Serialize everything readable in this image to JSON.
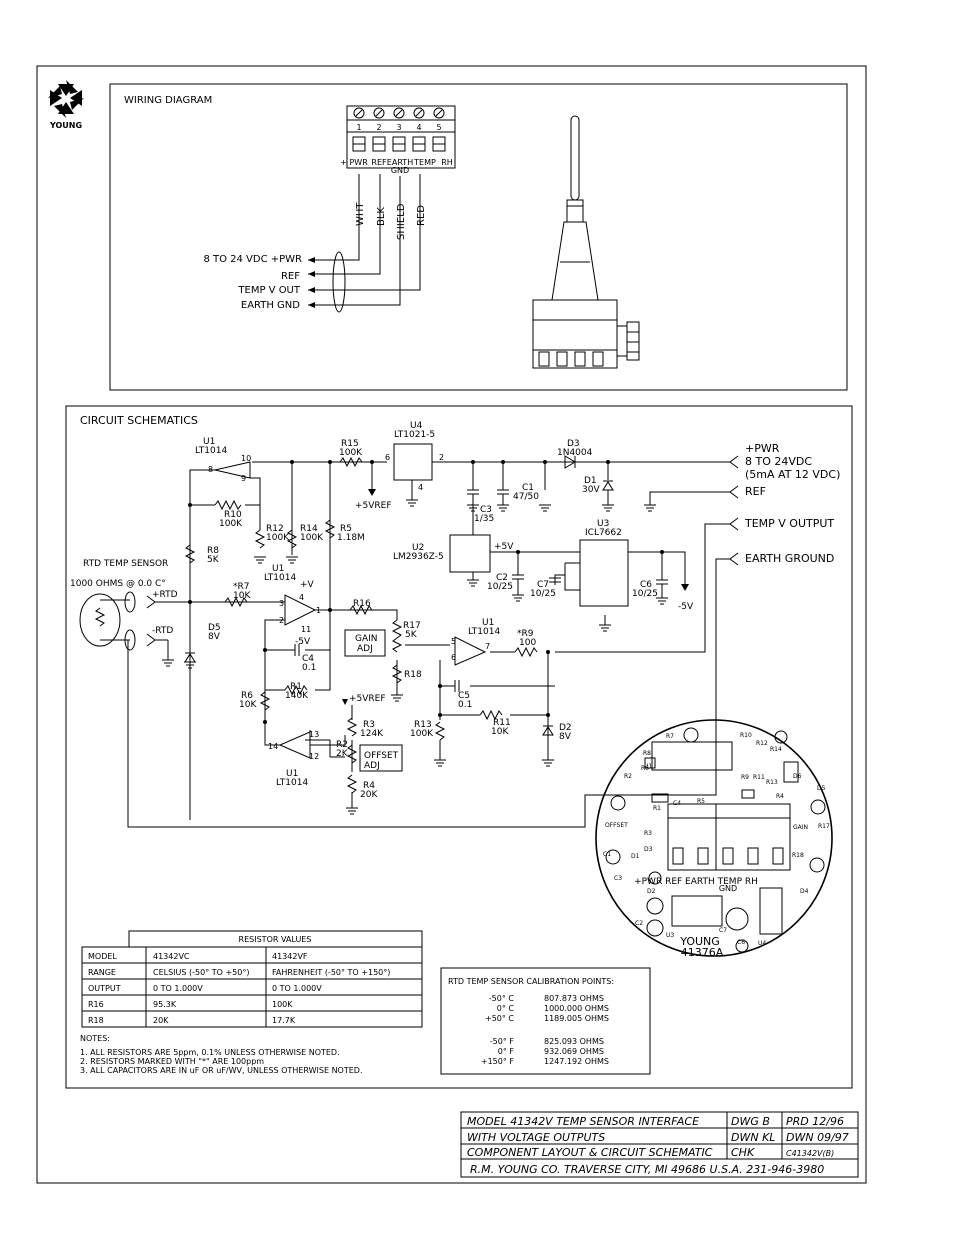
{
  "logo": {
    "name": "YOUNG"
  },
  "wiring": {
    "title": "WIRING DIAGRAM",
    "terminal_numbers": [
      "1",
      "2",
      "3",
      "4",
      "5"
    ],
    "terminal_labels": [
      "+ PWR",
      "REF",
      "EARTH",
      "GND",
      "TEMP",
      "RH"
    ],
    "wire_colors": [
      "WHT",
      "BLK",
      "SHIELD",
      "RED"
    ],
    "connections": [
      "8 TO 24 VDC +PWR",
      "REF",
      "TEMP V OUT",
      "EARTH GND"
    ]
  },
  "schematic": {
    "title": "CIRCUIT SCHEMATICS",
    "labels": {
      "u1a": "U1",
      "u1a_part": "LT1014",
      "r15": "R15",
      "r15_val": "100K",
      "u4": "U4",
      "u4_part": "LT1021-5",
      "d3": "D3",
      "d3_part": "1N4004",
      "pwr1": "+PWR",
      "pwr2": "8 TO 24VDC",
      "pwr3": "(5mA AT 12 VDC)",
      "ref": "REF",
      "tempout": "TEMP V OUTPUT",
      "earth": "EARTH GROUND",
      "pin8": "8",
      "pin9": "9",
      "pin10": "10",
      "pin6": "6",
      "pin2": "2",
      "pin4": "4",
      "r10": "R10",
      "r10_val": "100K",
      "vref": "+5VREF",
      "c3": "C3",
      "c3_val": "1/35",
      "c1": "C1",
      "c1_val": "47/50",
      "d1": "D1",
      "d1_val": "30V",
      "r12": "R12",
      "r12_val": "100K",
      "r14": "R14",
      "r14_val": "100K",
      "r5": "R5",
      "r5_val": "1.18M",
      "u3": "U3",
      "u3_part": "ICL7662",
      "r8": "R8",
      "r8_val": "5K",
      "u2": "U2",
      "u2_part": "LM2936Z-5",
      "v5": "+5V",
      "u1b": "U1",
      "u1b_part": "LT1014",
      "plusv": "+V",
      "rtd": "RTD TEMP SENSOR",
      "rtd_spec": "1000 OHMS @ 0.0 C°",
      "prtd": "+RTD",
      "mrtd": "-RTD",
      "r7": "*R7",
      "r7_val": "10K",
      "d5": "D5",
      "d5_val": "8V",
      "c2": "C2",
      "c2_val": "10/25",
      "c7": "C7",
      "c7_val": "10/25",
      "c6": "C6",
      "c6_val": "10/25",
      "m5v": "-5V",
      "r16": "R16",
      "r17": "R17",
      "r17_val": "5K",
      "gain1": "GAIN",
      "gain2": "ADJ",
      "c4": "C4",
      "c4_val": "0.1",
      "m5v2": "-5V",
      "u1c": "U1",
      "u1c_part": "LT1014",
      "r9": "*R9",
      "r9_val": "100",
      "r18": "R18",
      "r1": "R1",
      "r1_val": "140K",
      "c5": "C5",
      "c5_val": "0.1",
      "r6": "R6",
      "r6_val": "10K",
      "vref2": "+5VREF",
      "r3": "R3",
      "r3_val": "124K",
      "r13": "R13",
      "r13_val": "100K",
      "r11": "R11",
      "r11_val": "10K",
      "d2": "D2",
      "d2_val": "8V",
      "r2": "R2",
      "r2_val": "2K",
      "off1": "OFFSET",
      "off2": "ADJ",
      "r4": "R4",
      "r4_val": "20K",
      "u1d": "U1",
      "u1d_part": "LT1014",
      "p14": "14",
      "p13": "13",
      "p12": "12",
      "p3": "3",
      "p2": "2",
      "p1": "1",
      "p11": "11",
      "p4": "4",
      "p5": "5",
      "p6": "6",
      "p7": "7"
    }
  },
  "board": {
    "labels": [
      "R7",
      "R8",
      "R6",
      "R10",
      "R12",
      "R14",
      "U1",
      "R2",
      "R9",
      "R11",
      "R13",
      "D6",
      "D5",
      "R4",
      "C4",
      "R5",
      "R1",
      "OFFSET",
      "GAIN",
      "R17",
      "R3",
      "C1",
      "D1",
      "D3",
      "R18",
      "C3",
      "D2",
      "D4",
      "C2",
      "U3",
      "C7",
      "U4",
      "C6"
    ],
    "terminals": "+PWR REF EARTH TEMP RH",
    "gnd": "GND",
    "model1": "YOUNG",
    "model2": "41376A"
  },
  "resistor_table": {
    "title": "RESISTOR VALUES",
    "rows": [
      [
        "MODEL",
        "41342VC",
        "41342VF"
      ],
      [
        "RANGE",
        "CELSIUS (-50° TO +50°)",
        "FAHRENHEIT (-50° TO +150°)"
      ],
      [
        "OUTPUT",
        "0 TO 1.000V",
        "0 TO 1.000V"
      ],
      [
        "R16",
        "95.3K",
        "100K"
      ],
      [
        "R18",
        "20K",
        "17.7K"
      ]
    ]
  },
  "notes": {
    "heading": "NOTES:",
    "items": [
      "1. ALL RESISTORS ARE 5ppm, 0.1% UNLESS OTHERWISE NOTED.",
      "2. RESISTORS MARKED WITH \"*\" ARE 100ppm",
      "3. ALL CAPACITORS ARE IN uF OR uF/WV, UNLESS OTHERWISE NOTED."
    ]
  },
  "calibration": {
    "title": "RTD TEMP SENSOR CALIBRATION POINTS:",
    "rows": [
      [
        "-50° C",
        "807.873 OHMS"
      ],
      [
        "0° C",
        "1000.000 OHMS"
      ],
      [
        "+50° C",
        "1189.005 OHMS"
      ],
      [
        "-50° F",
        "825.093 OHMS"
      ],
      [
        "0° F",
        "932.069 OHMS"
      ],
      [
        "+150° F",
        "1247.192 OHMS"
      ]
    ]
  },
  "title_block": {
    "line1": "MODEL  41342V TEMP SENSOR INTERFACE",
    "line2": "WITH VOLTAGE OUTPUTS",
    "line3": "COMPONENT LAYOUT & CIRCUIT SCHEMATIC",
    "line4": "R.M. YOUNG CO. TRAVERSE CITY, MI 49686 U.S.A. 231-946-3980",
    "dwg": "DWG B",
    "prd": "PRD 12/96",
    "dwn": "DWN KL",
    "dwn_date": "DWN 09/97",
    "chk": "CHK",
    "code": "C41342V(B)"
  }
}
